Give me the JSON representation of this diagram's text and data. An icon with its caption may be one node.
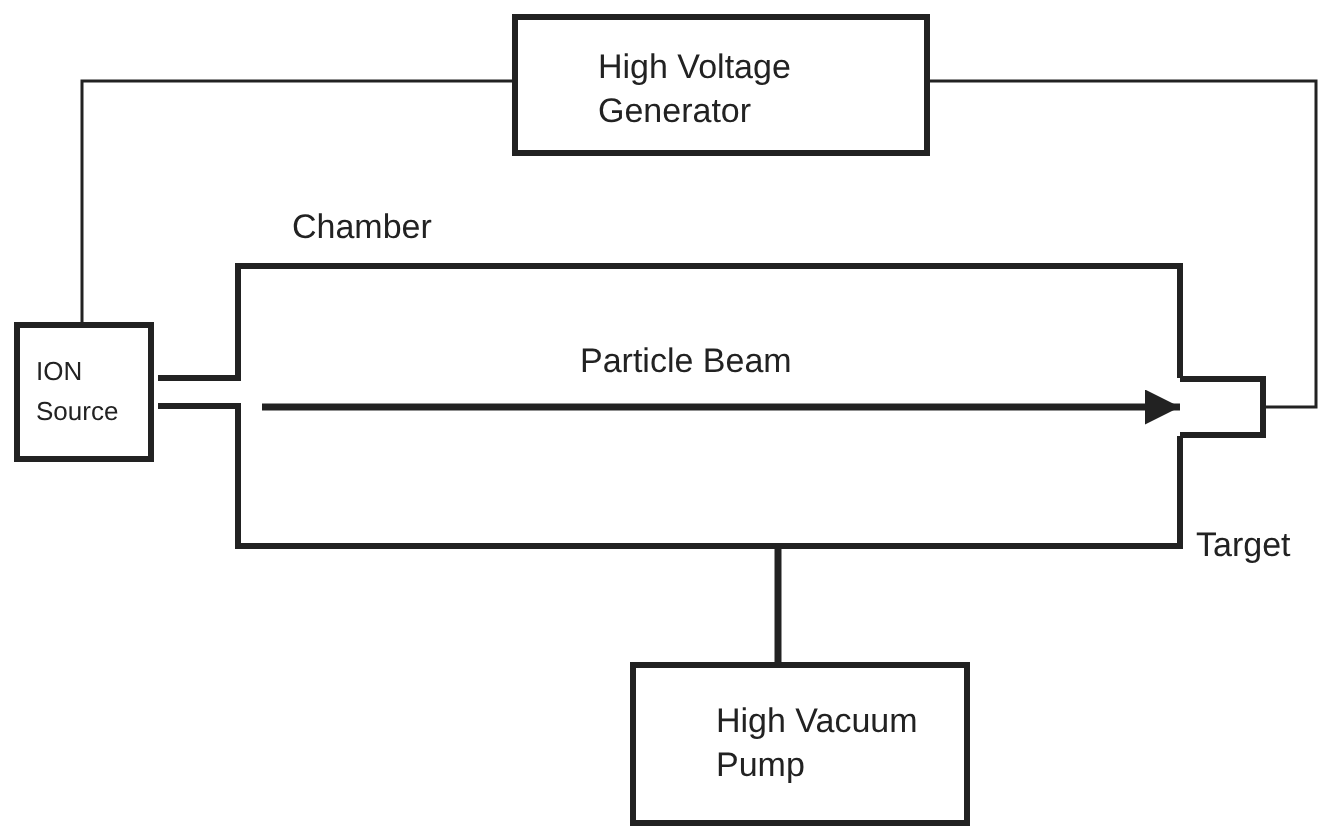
{
  "diagram": {
    "nodes": [
      {
        "text": [
          "High Voltage Generator"
        ]
      },
      {
        "text": [
          "ION Source"
        ]
      },
      {
        "text": [
          "Chamber"
        ]
      },
      {
        "text": [],
        "shape": "box"
      },
      {
        "text": [
          "High Vacuum Pump"
        ]
      }
    ],
    "edges": [
      {
        "from": 0,
        "to": 1,
        "arrow": "none"
      },
      {
        "from": 0,
        "to": 3,
        "arrow": "none"
      },
      {
        "from": 4,
        "to": 2,
        "arrow": "none",
        "style": "thick"
      },
      {
        "from": 2,
        "to": 3,
        "arrow": "to",
        "label": "Particle Beam",
        "style": "thick"
      }
    ],
    "labels": [
      "Target"
    ]
  }
}
